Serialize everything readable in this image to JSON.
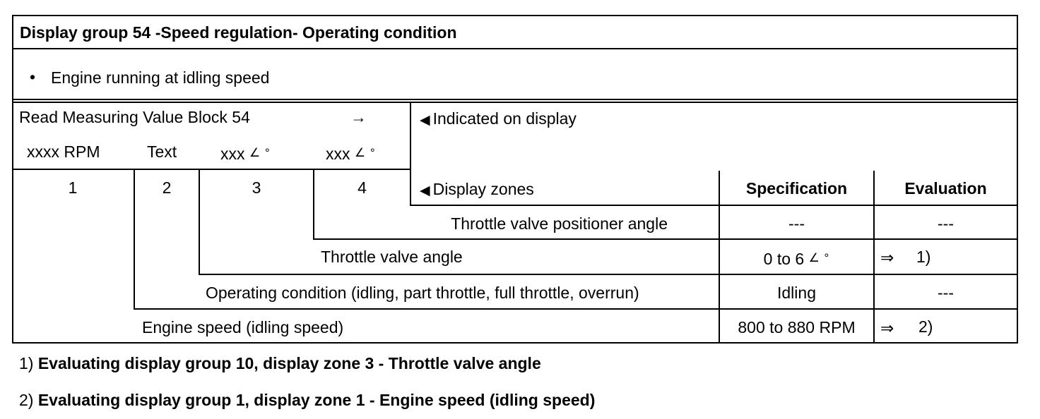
{
  "header": {
    "title": "Display group 54 -Speed regulation- Operating condition"
  },
  "condition": {
    "bullet": "•",
    "text": "Engine running at idling speed"
  },
  "block": {
    "read_label": "Read Measuring Value Block 54",
    "arrow": "→",
    "indicated_label": "Indicated on display",
    "indicator_symbol": "◀",
    "values": [
      "xxxx RPM",
      "Text",
      "xxx",
      "xxx"
    ],
    "angle_unit": "∠ °",
    "zone_numbers": [
      "1",
      "2",
      "3",
      "4"
    ],
    "display_zones_label": "Display zones",
    "specification_header": "Specification",
    "evaluation_header": "Evaluation"
  },
  "rows": [
    {
      "zone": "4",
      "label": "Throttle valve positioner angle",
      "spec": "---",
      "eval": "---"
    },
    {
      "zone": "3",
      "label": "Throttle valve angle",
      "spec": "0 to 6",
      "spec_unit": "∠ °",
      "eval_arrow": "⇒",
      "eval": "1)"
    },
    {
      "zone": "2",
      "label": "Operating condition (idling, part throttle, full throttle, overrun)",
      "spec": "Idling",
      "eval": "---"
    },
    {
      "zone": "1",
      "label": "Engine speed (idling speed)",
      "spec": "800 to 880 RPM",
      "eval_arrow": "⇒",
      "eval": "2)"
    }
  ],
  "footnotes": [
    {
      "marker": "1)",
      "text": "Evaluating display group 10, display zone 3 - Throttle valve angle"
    },
    {
      "marker": "2)",
      "text": "Evaluating display group 1, display zone 1 - Engine speed (idling speed)"
    }
  ]
}
